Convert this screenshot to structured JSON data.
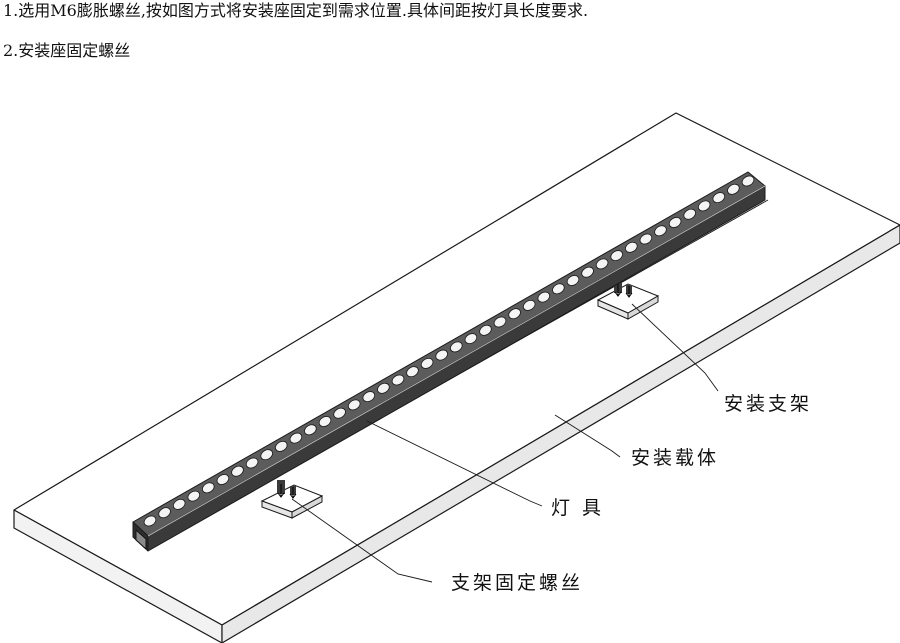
{
  "instructions": [
    "1.选用M6膨胀螺丝,按如图方式将安装座固定到需求位置.具体间距按灯具长度要求.",
    "2.安装座固定螺丝"
  ],
  "callouts": {
    "bracket": "安装支架",
    "carrier": "安装载体",
    "fixture": "灯具",
    "bracket_screw": "支架固定螺丝"
  },
  "colors": {
    "line": "#1a1a1a",
    "fixture_body": "#5c5c5c",
    "fixture_dark": "#2e2e2e",
    "lens": "#f4f4f4"
  }
}
